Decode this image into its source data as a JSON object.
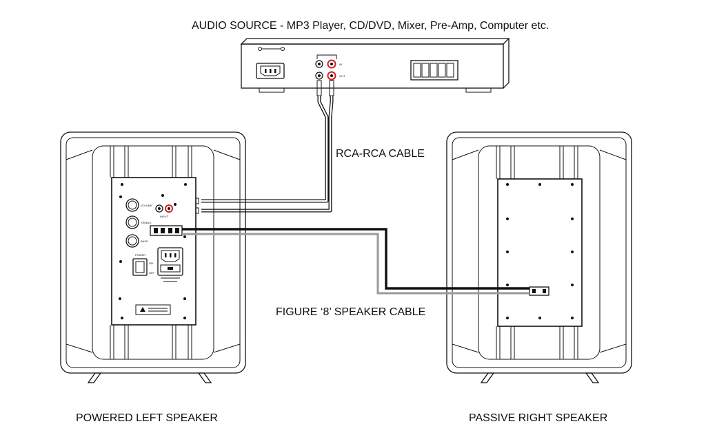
{
  "labels": {
    "audio_source": "AUDIO SOURCE - MP3 Player, CD/DVD, Mixer, Pre-Amp, Computer etc.",
    "rca_cable": "RCA-RCA CABLE",
    "speaker_cable": "FIGURE ‘8’ SPEAKER CABLE",
    "left_speaker": "POWERED LEFT SPEAKER",
    "right_speaker": "PASSIVE RIGHT SPEAKER"
  },
  "source_panel": {
    "in": "IN",
    "out": "OUT"
  },
  "amp_panel": {
    "volume": "VOLUME",
    "treble": "TREBLE",
    "bass": "BASS",
    "input": "INPUT",
    "power": "POWER",
    "on": "ON",
    "off": "OFF"
  },
  "colors": {
    "line": "#111111",
    "rca_red": "#d32020",
    "grey_cable": "#9a9a9a"
  }
}
